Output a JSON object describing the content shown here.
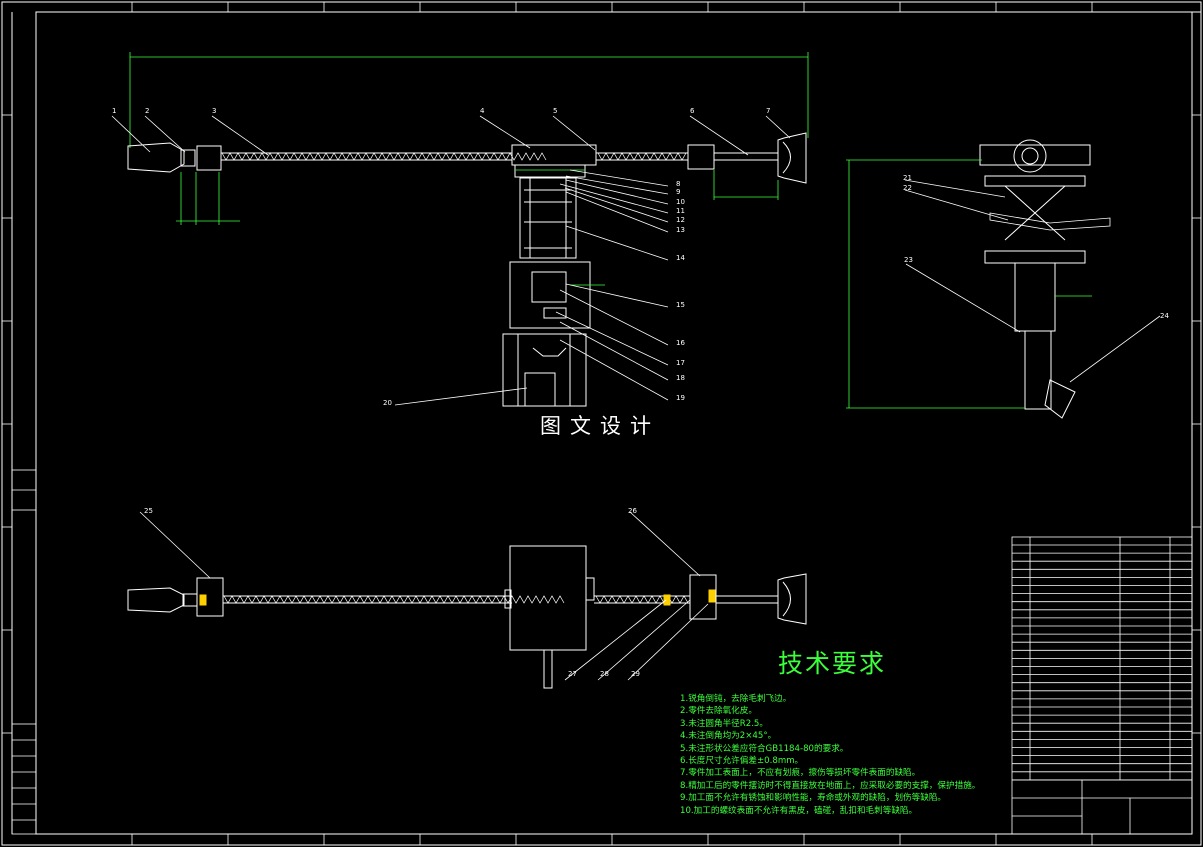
{
  "watermark": "图文设计",
  "tech_requirements": {
    "title": "技术要求",
    "items": [
      "1.锐角倒钝，去除毛刺飞边。",
      "2.零件去除氧化皮。",
      "3.未注圆角半径R2.5。",
      "4.未注倒角均为2×45°。",
      "5.未注形状公差应符合GB1184-80的要求。",
      "6.长度尺寸允许偏差±0.8mm。",
      "7.零件加工表面上，不应有划痕，擦伤等损坏零件表面的缺陷。",
      "8.精加工后的零件摆访时不得直接放在地面上，应采取必要的支撑，保护措施。",
      "9.加工面不允许有锈蚀和影响性能，寿命或外观的缺陷，划伤等缺陷。",
      "10.加工的螺纹表面不允许有黑皮，磕碰，乱扣和毛刺等缺陷。"
    ]
  },
  "balloons_front": [
    "1",
    "2",
    "3",
    "4",
    "5",
    "6",
    "7",
    "8",
    "9",
    "10",
    "11",
    "12",
    "13",
    "14",
    "15",
    "16",
    "17",
    "18",
    "19",
    "20"
  ],
  "balloons_side": [
    "21",
    "22",
    "23",
    "24"
  ],
  "balloons_top": [
    "25",
    "26",
    "27",
    "28",
    "29"
  ],
  "colors": {
    "frame": "#ffffff",
    "dimension": "#3cff3c",
    "leader": "#ffffff",
    "text": "#3cff3c"
  }
}
